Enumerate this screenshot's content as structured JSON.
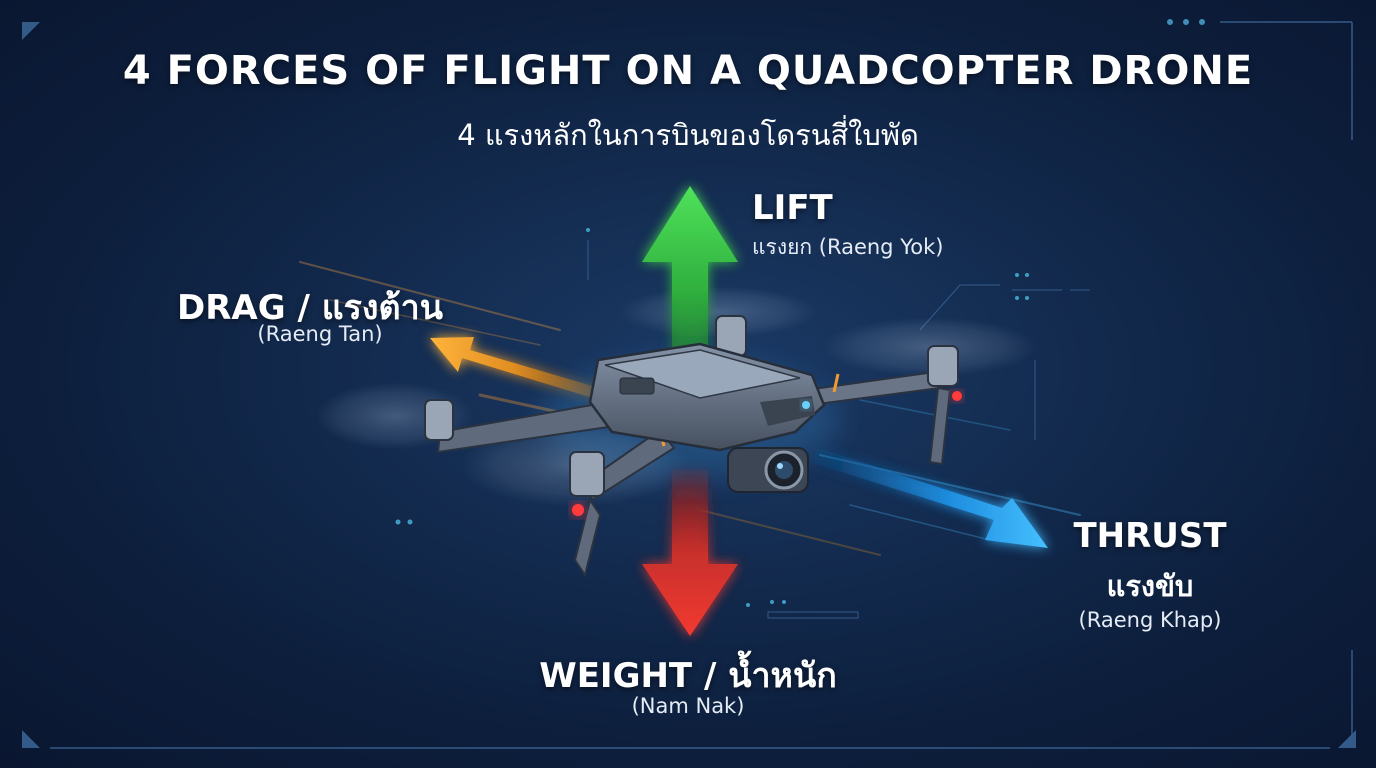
{
  "title": "4 FORCES OF FLIGHT ON A QUADCOPTER DRONE",
  "subtitle": "4 แรงหลักในการบินของโดรนสี่ใบพัด",
  "forces": {
    "lift": {
      "name": "LIFT",
      "sub": "แรงยก (Raeng Yok)",
      "color": "#3ecf4a"
    },
    "drag": {
      "name": "DRAG / แรงต้าน",
      "sub": "(Raeng Tan)",
      "color": "#f2a02c"
    },
    "thrust": {
      "name": "THRUST",
      "thai": "แรงขับ",
      "sub": "(Raeng Khap)",
      "color": "#2aa3ee"
    },
    "weight": {
      "name": "WEIGHT / น้ำหนัก",
      "sub": "(Nam Nak)",
      "color": "#e2332c"
    }
  },
  "icons": {
    "device": "quadcopter-drone-icon"
  }
}
